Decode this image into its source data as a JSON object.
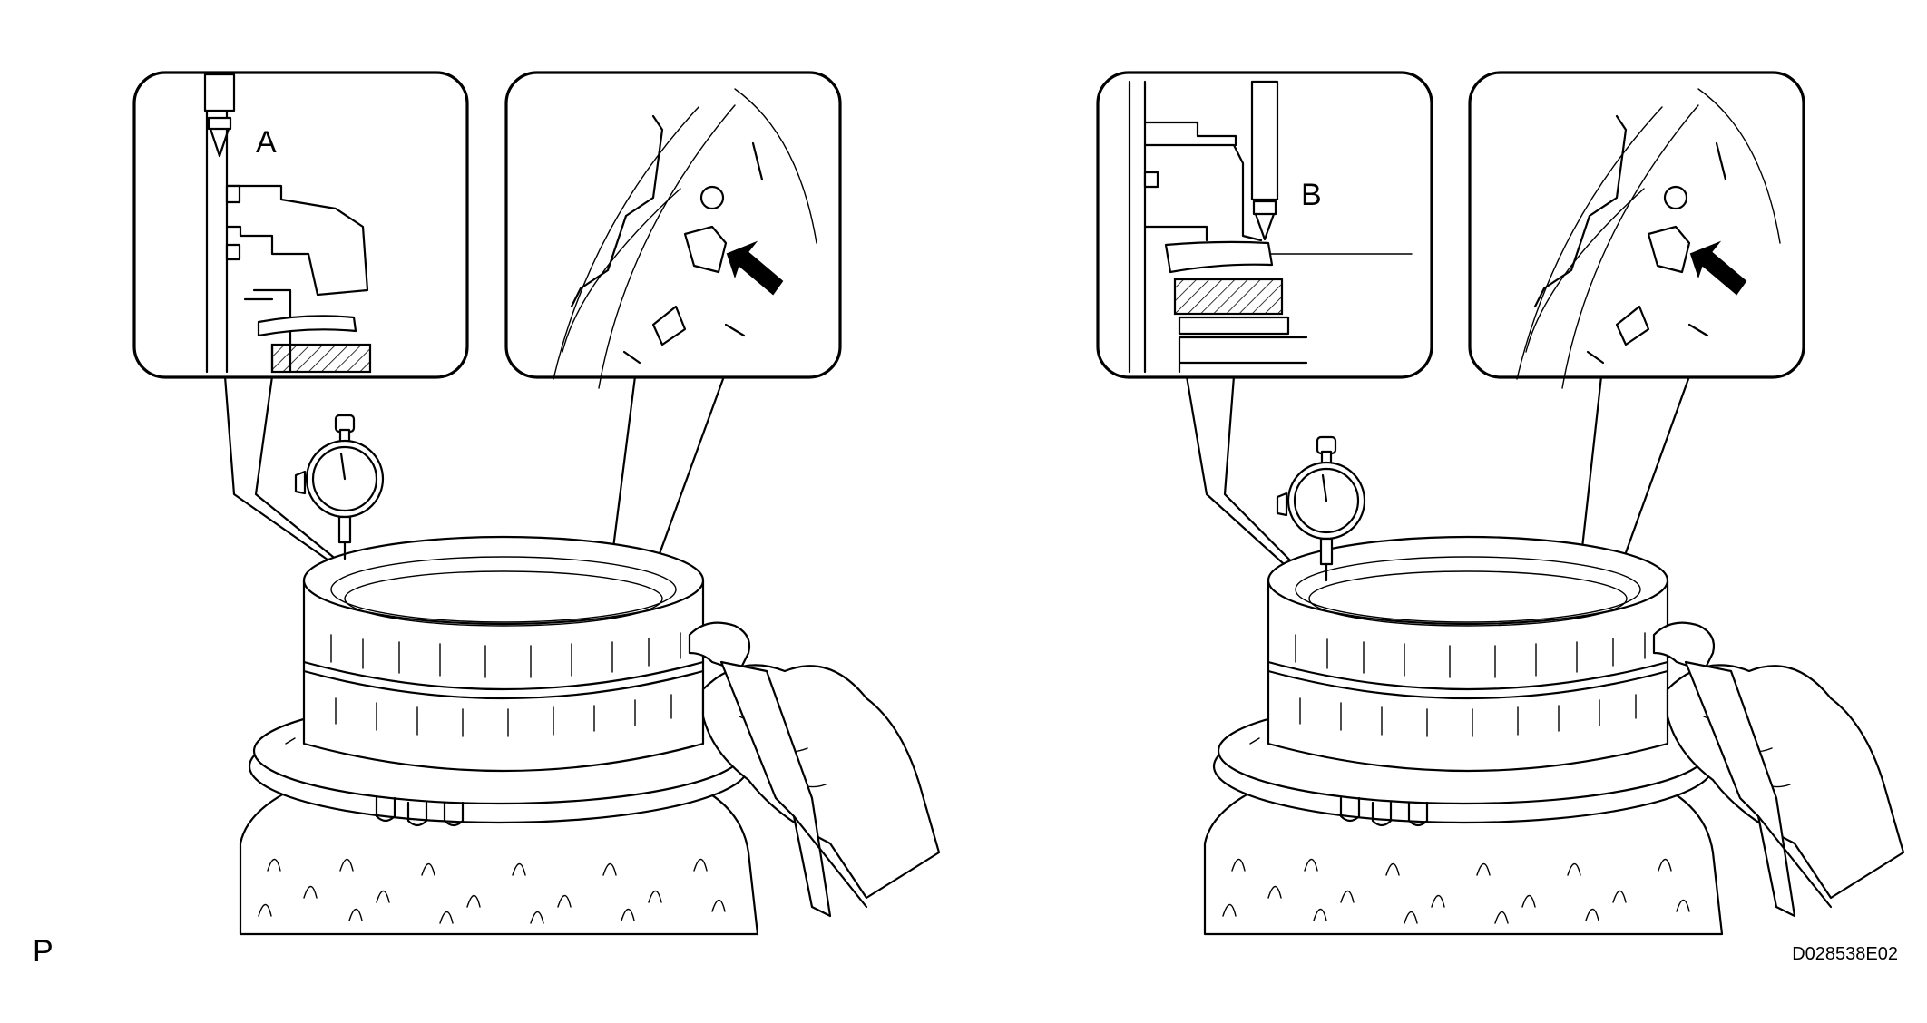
{
  "figure": {
    "callout_label_a": "A",
    "callout_label_b": "B",
    "corner_mark": "P",
    "figure_code": "D028538E02"
  },
  "icons": [
    "dial-indicator-icon",
    "pointing-arrow-icon",
    "gloved-hand-icon",
    "air-nozzle-icon"
  ]
}
